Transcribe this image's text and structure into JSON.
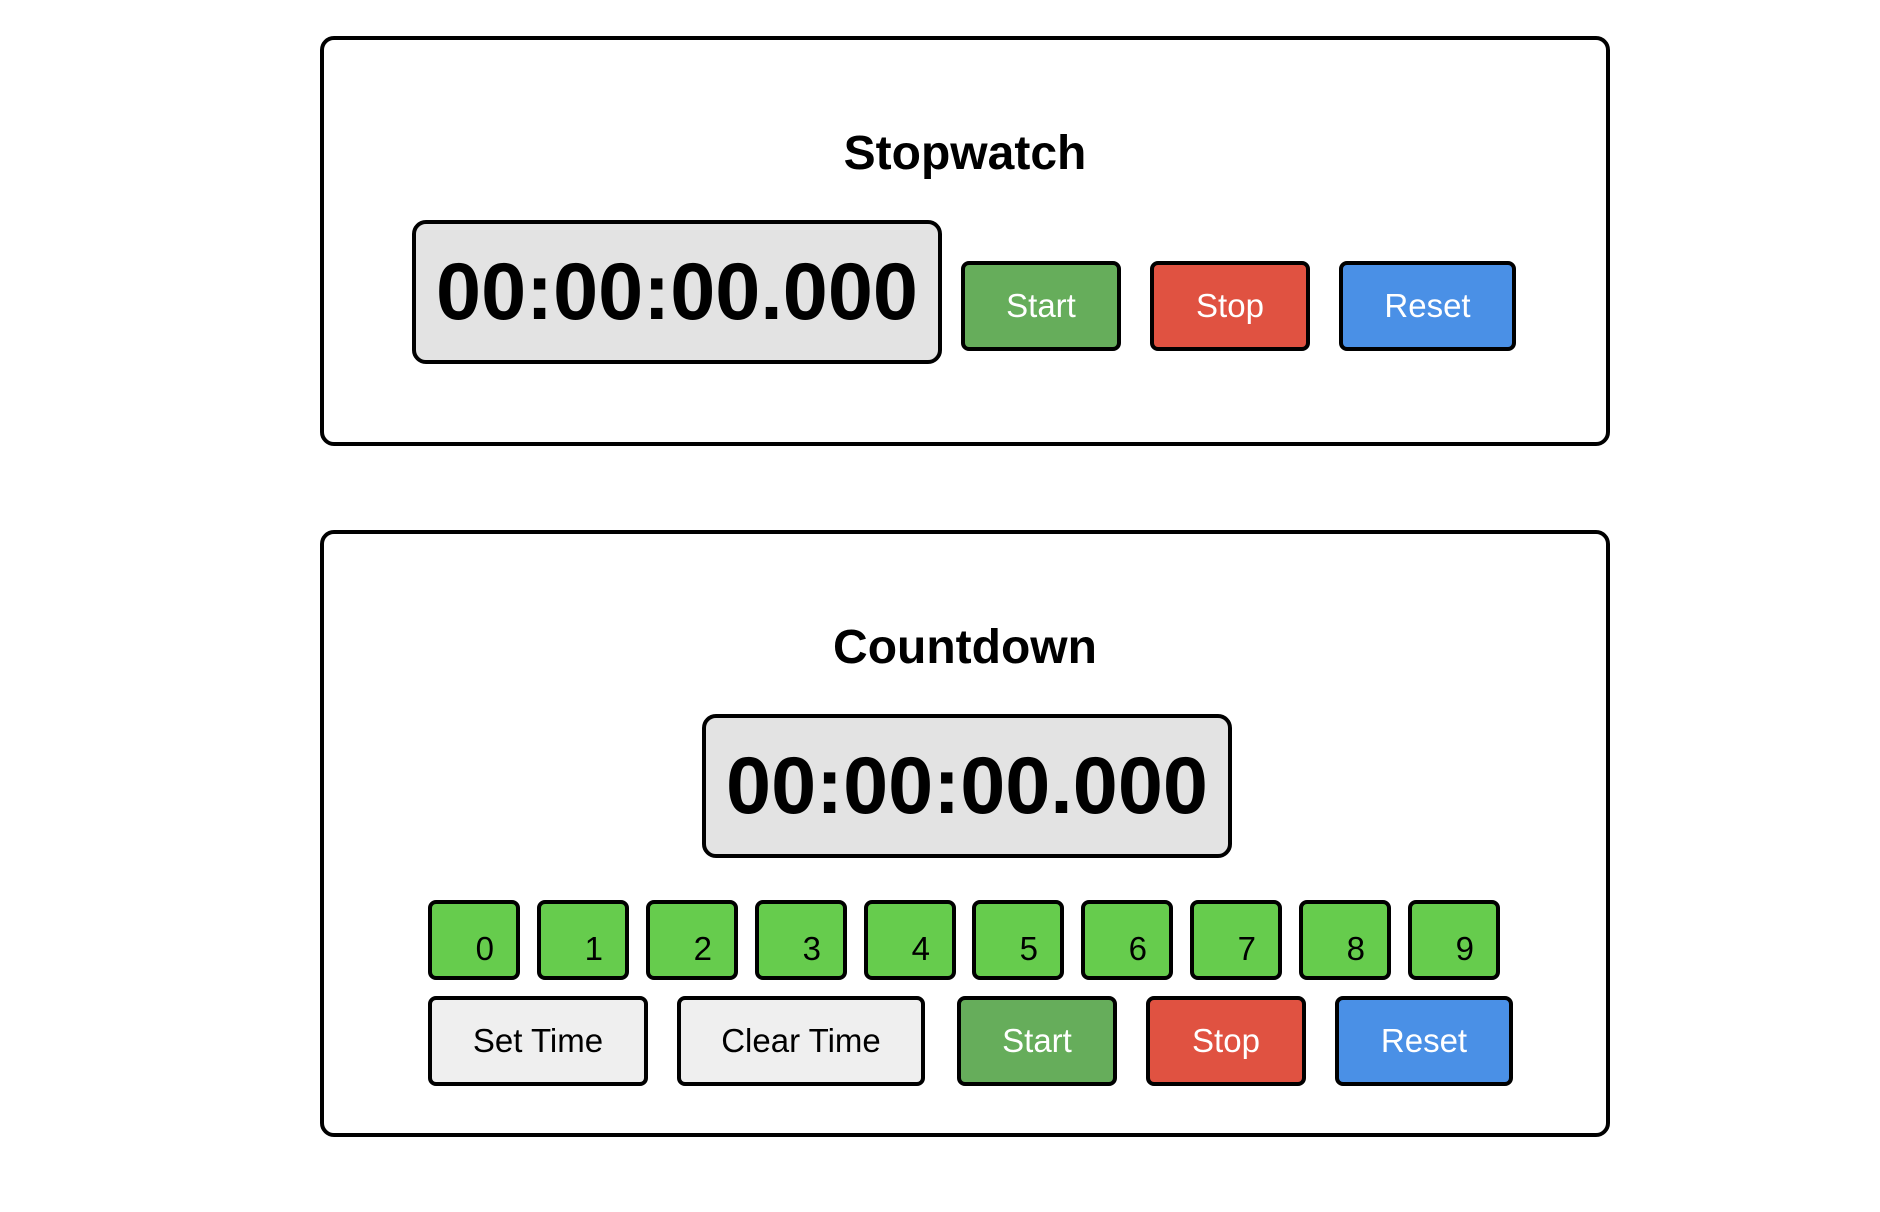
{
  "stopwatch": {
    "title": "Stopwatch",
    "display": "00:00:00.000",
    "start_label": "Start",
    "stop_label": "Stop",
    "reset_label": "Reset"
  },
  "countdown": {
    "title": "Countdown",
    "display": "00:00:00.000",
    "digits": [
      "0",
      "1",
      "2",
      "3",
      "4",
      "5",
      "6",
      "7",
      "8",
      "9"
    ],
    "set_time_label": "Set Time",
    "clear_time_label": "Clear Time",
    "start_label": "Start",
    "stop_label": "Stop",
    "reset_label": "Reset"
  },
  "colors": {
    "start": "#66ad5b",
    "stop": "#e05241",
    "reset": "#4a90e6",
    "digit": "#66cc4d",
    "display_bg": "#e3e3e3",
    "neutral_button": "#efefef"
  }
}
